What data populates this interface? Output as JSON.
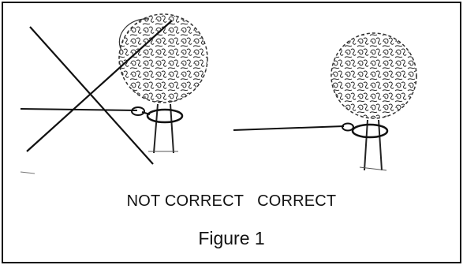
{
  "labels": {
    "not_correct": "NOT CORRECT",
    "correct": "CORRECT"
  },
  "caption": "Figure 1",
  "icons": {
    "left_tree": "tree-illustration-icon",
    "right_tree": "tree-illustration-icon",
    "cross": "x-mark-icon",
    "stake_wire": "guy-wire-icon"
  },
  "colors": {
    "ink": "#111111",
    "background": "#ffffff"
  }
}
